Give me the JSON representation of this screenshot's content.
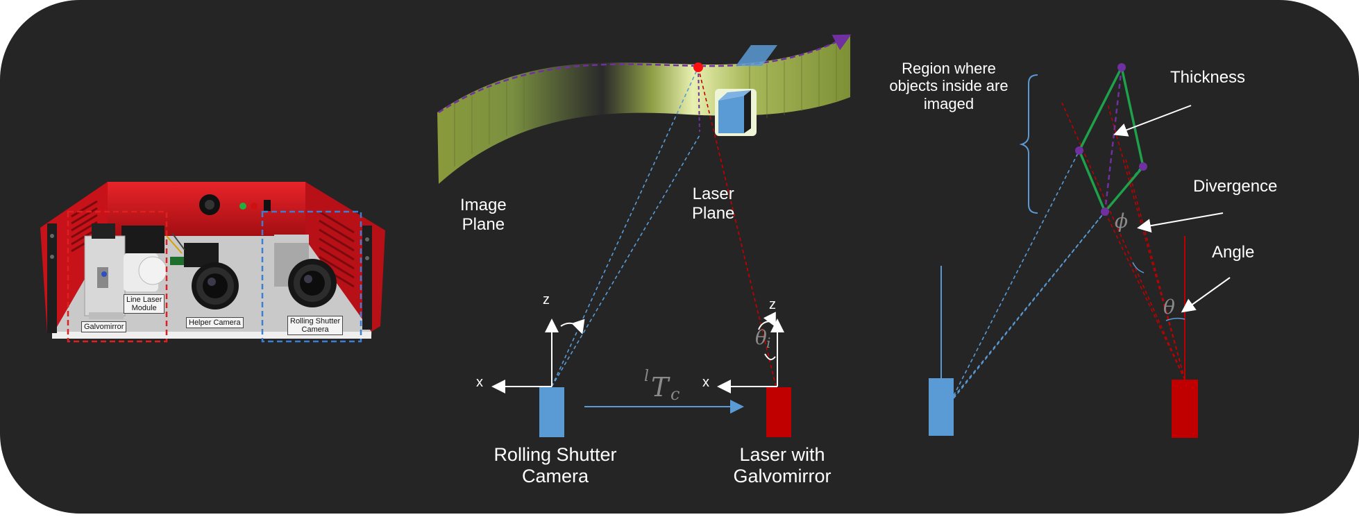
{
  "device_labels": {
    "galvomirror": "Galvomirror",
    "line_laser_module": "Line Laser\nModule",
    "helper_camera": "Helper Camera",
    "rolling_shutter_camera": "Rolling Shutter\nCamera"
  },
  "middle": {
    "image_plane": "Image\nPlane",
    "laser_plane": "Laser\nPlane",
    "camera_label": "Rolling Shutter\nCamera",
    "laser_label": "Laser with\nGalvomirror",
    "axis_z": "z",
    "axis_x": "x",
    "transform_sup": "l",
    "transform_main": "T",
    "transform_sub": "c",
    "theta_main": "θ",
    "theta_sub": "i"
  },
  "right": {
    "region_text": "Region where\nobjects inside are\nimaged",
    "thickness": "Thickness",
    "divergence": "Divergence",
    "angle": "Angle",
    "phi_symbol": "ϕ",
    "theta_symbol": "θ"
  },
  "colors": {
    "background": "#252525",
    "camera_blue": "#5b9bd5",
    "laser_red": "#c00000",
    "purple": "#7030a0",
    "green": "#1fa04a",
    "device_red": "#d9161c"
  }
}
